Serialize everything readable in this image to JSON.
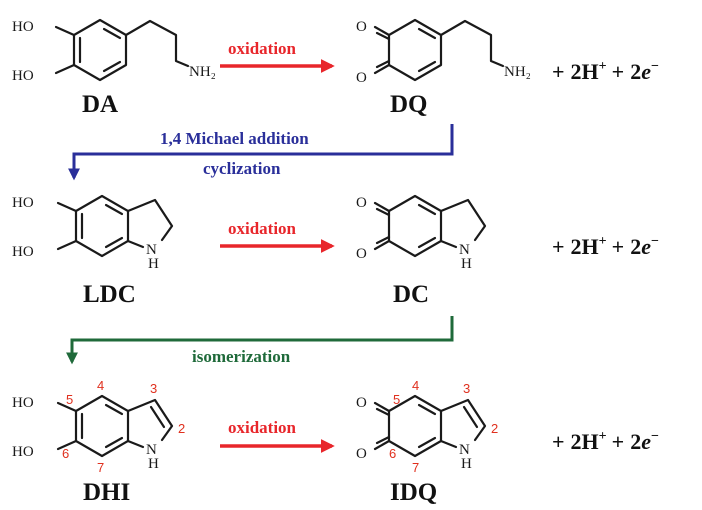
{
  "colors": {
    "oxidation": "#e8262b",
    "michael": "#2a2f9a",
    "isomerization": "#1f6a3a",
    "numbering": "#e0301e",
    "bond": "#1a1a1a"
  },
  "compounds": {
    "da": "DA",
    "dq": "DQ",
    "ldc": "LDC",
    "dc": "DC",
    "dhi": "DHI",
    "idq": "IDQ"
  },
  "atoms": {
    "ho": "HO",
    "nh2": "NH₂",
    "o": "O",
    "n": "N",
    "h": "H"
  },
  "arrows": {
    "oxidation": "oxidation",
    "michael_line1": "1,4 Michael addition",
    "michael_line2": "cyclization",
    "isomerization": "isomerization"
  },
  "byproduct": {
    "plus": "+",
    "h_coef": "2H",
    "h_sup": "+",
    "e_coef": "2",
    "e_letter": "e",
    "e_sup": "−"
  },
  "ring_numbers": [
    "2",
    "3",
    "4",
    "5",
    "6",
    "7"
  ],
  "icons": [
    "right-arrow-icon",
    "down-left-arrow-icon"
  ]
}
